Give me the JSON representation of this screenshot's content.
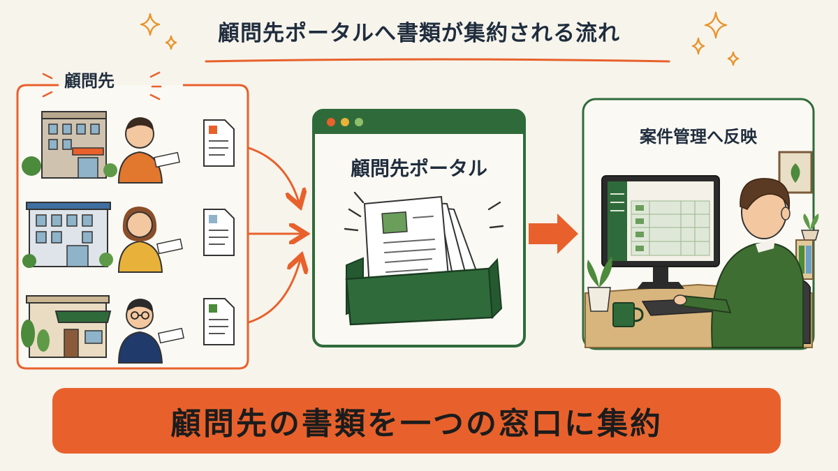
{
  "title": "顧問先ポータルへ書類が集約される流れ",
  "clients": {
    "label": "顧問先"
  },
  "portal": {
    "label": "顧問先ポータル"
  },
  "reflect": {
    "label": "案件管理へ反映"
  },
  "banner": {
    "text": "顧問先の書類を一つの窓口に集約"
  },
  "colors": {
    "accent_orange": "#e8612c",
    "brand_green": "#2f6b3a",
    "navy": "#1f2d3d",
    "background": "#f7f4ec"
  },
  "icons": [
    "sparkle-icon",
    "office-building-icon",
    "shop-building-icon",
    "person-icon",
    "document-icon",
    "document-tray-icon",
    "browser-window-icon",
    "monitor-icon",
    "plant-icon",
    "mug-icon",
    "arrow-icon"
  ]
}
